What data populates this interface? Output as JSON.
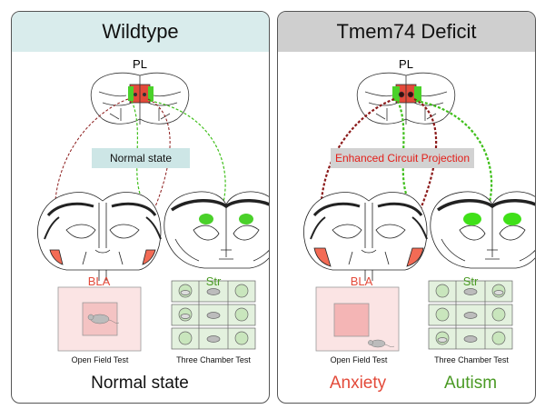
{
  "panels": {
    "wildtype": {
      "title": "Wildtype",
      "pl_label": "PL",
      "state_box": "Normal state",
      "bla_label": "BLA",
      "str_label": "Str",
      "test1": "Open Field Test",
      "test2": "Three Chamber Test",
      "bottom": "Normal state"
    },
    "deficit": {
      "title": "Tmem74 Deficit",
      "pl_label": "PL",
      "state_box": "Enhanced Circuit Projection",
      "bla_label": "BLA",
      "str_label": "Str",
      "test1": "Open Field Test",
      "test2": "Three Chamber Test",
      "bottom_left": "Anxiety",
      "bottom_right": "Autism"
    }
  },
  "colors": {
    "red": "#e34a3a",
    "green": "#4a9a24",
    "bright_green": "#3fd21a",
    "dark_red": "#8b1a1a"
  }
}
